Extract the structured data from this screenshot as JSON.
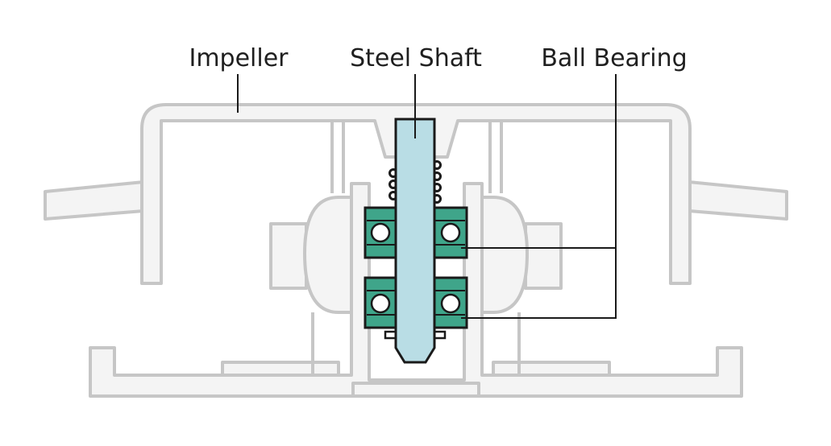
{
  "labels": {
    "impeller": "Impeller",
    "steel_shaft": "Steel Shaft",
    "ball_bearing": "Ball Bearing"
  },
  "colors": {
    "housing_stroke": "#c6c6c6",
    "housing_fill": "#f4f4f4",
    "shaft_fill": "#b9dde5",
    "bearing_fill": "#3fa58a",
    "outline": "#1a1a1a"
  },
  "icons": [
    "impeller",
    "steel-shaft",
    "ball-bearing",
    "spring",
    "fan-housing"
  ]
}
